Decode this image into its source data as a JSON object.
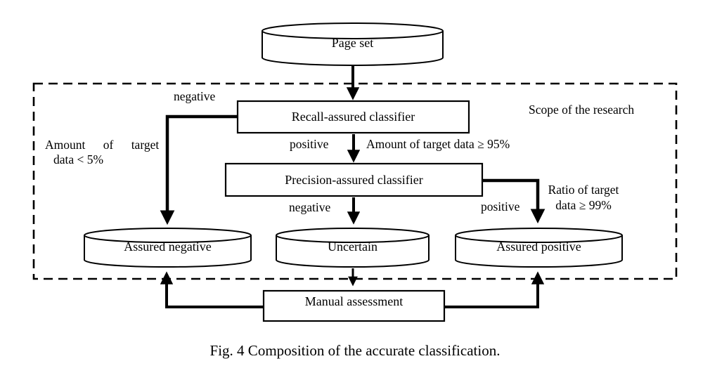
{
  "figure": {
    "caption": "Fig. 4 Composition of the accurate classification.",
    "scope_label": "Scope of the research",
    "nodes": {
      "page_set": "Page set",
      "recall": "Recall-assured classifier",
      "precision": "Precision-assured classifier",
      "assured_negative": "Assured negative",
      "uncertain": "Uncertain",
      "assured_positive": "Assured positive",
      "manual": "Manual assessment"
    },
    "edge_labels": {
      "recall_negative": "negative",
      "recall_positive": "positive",
      "amount_ge_95": "Amount of target data ≥ 95%",
      "amount_lt_5_line1": "Amount of target",
      "amount_lt_5_line2": "data < 5%",
      "precision_negative": "negative",
      "precision_positive": "positive",
      "ratio_line1": "Ratio of target",
      "ratio_line2": "data ≥ 99%"
    },
    "colors": {
      "ink": "#000000",
      "background": "#ffffff"
    }
  }
}
